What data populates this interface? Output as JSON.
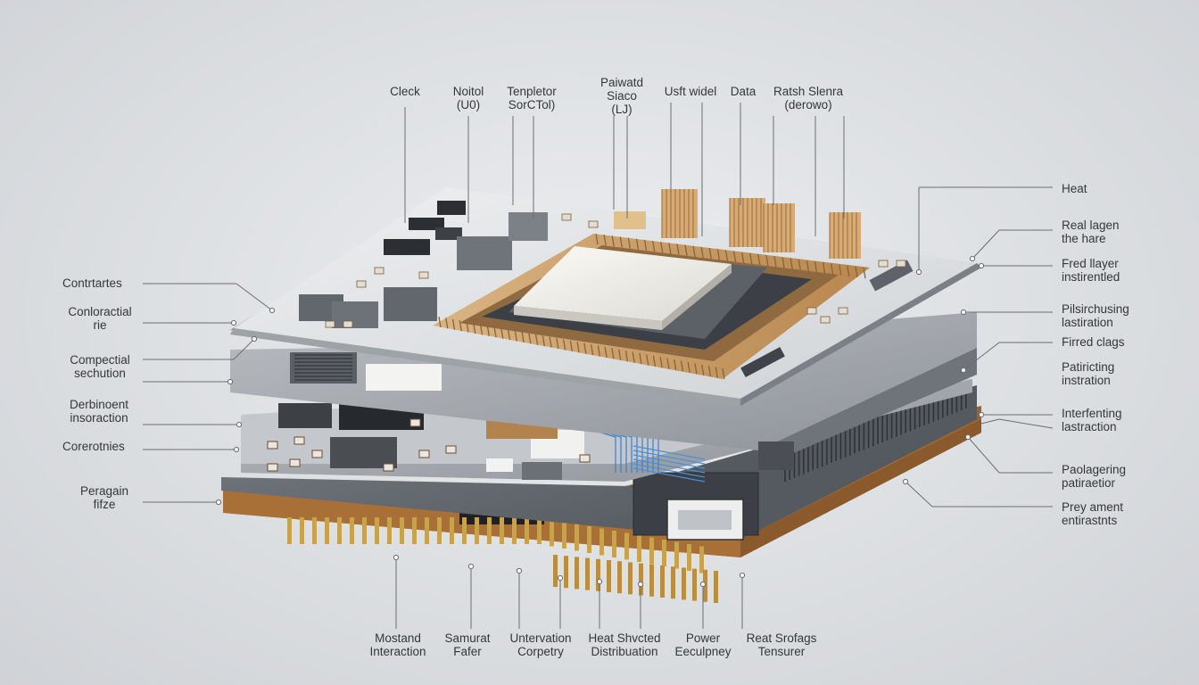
{
  "labels": {
    "top": [
      {
        "id": "clock",
        "lines": [
          "Cleck"
        ]
      },
      {
        "id": "noitol",
        "lines": [
          "Noitol",
          "(U0)"
        ]
      },
      {
        "id": "tenpleptor",
        "lines": [
          "Tenpletor",
          "SorCTol)"
        ]
      },
      {
        "id": "paiwatd",
        "lines": [
          "Paiwatd",
          "Siaco",
          "(LJ)"
        ]
      },
      {
        "id": "usft-widel",
        "lines": [
          "Usft widel"
        ]
      },
      {
        "id": "data",
        "lines": [
          "Data"
        ]
      },
      {
        "id": "ratsh-slenra",
        "lines": [
          "Ratsh Slenra",
          "(derowo)"
        ]
      }
    ],
    "left": [
      {
        "id": "contrates",
        "lines": [
          "Contrtartes"
        ]
      },
      {
        "id": "conloractial",
        "lines": [
          "Conloractial",
          "rie"
        ]
      },
      {
        "id": "compectial",
        "lines": [
          "Compectial",
          "sechution"
        ]
      },
      {
        "id": "derbinoent",
        "lines": [
          "Derbinoent",
          "insoraction"
        ]
      },
      {
        "id": "corerotnies",
        "lines": [
          "Corerotnies"
        ]
      },
      {
        "id": "peragain",
        "lines": [
          "Peragain",
          "fifze"
        ]
      }
    ],
    "right": [
      {
        "id": "heat",
        "lines": [
          "Heat"
        ]
      },
      {
        "id": "real-lagen",
        "lines": [
          "Real lagen",
          "the hare"
        ]
      },
      {
        "id": "fred-layer",
        "lines": [
          "Fred llayer",
          "instirentled"
        ]
      },
      {
        "id": "pilsirching",
        "lines": [
          "Pilsirchusing",
          "lastiration"
        ]
      },
      {
        "id": "fired-clags",
        "lines": [
          "Firred clags"
        ]
      },
      {
        "id": "patrircting",
        "lines": [
          "Patiricting",
          "instration"
        ]
      },
      {
        "id": "interfesting",
        "lines": [
          "Interfenting",
          "lastraction"
        ]
      },
      {
        "id": "padlagering",
        "lines": [
          "Paolagering",
          "patiraetior"
        ]
      },
      {
        "id": "prey-ament",
        "lines": [
          "Prey ament",
          "entirastnts"
        ]
      }
    ],
    "bottom": [
      {
        "id": "mostand",
        "lines": [
          "Mostand",
          "Interaction"
        ]
      },
      {
        "id": "samurat",
        "lines": [
          "Samurat",
          "Fafer"
        ]
      },
      {
        "id": "untervation",
        "lines": [
          "Untervation",
          "Corpetry"
        ]
      },
      {
        "id": "heat-shvcted",
        "lines": [
          "Heat Shvcted",
          "Distribuation"
        ]
      },
      {
        "id": "power",
        "lines": [
          "Power",
          "Eeculpney"
        ]
      },
      {
        "id": "reat-srofags",
        "lines": [
          "Reat Srofags",
          "Tensurer"
        ]
      }
    ]
  },
  "colors": {
    "board_top": "#dfe2e4",
    "board_mid": "#a9adb2",
    "board_dark": "#5e6369",
    "pcb_amber": "#b97a3e",
    "copper": "#c9a06a",
    "die": "#ecebe6",
    "trace_blue": "#3b7fc9",
    "leader": "#6a6e73"
  }
}
